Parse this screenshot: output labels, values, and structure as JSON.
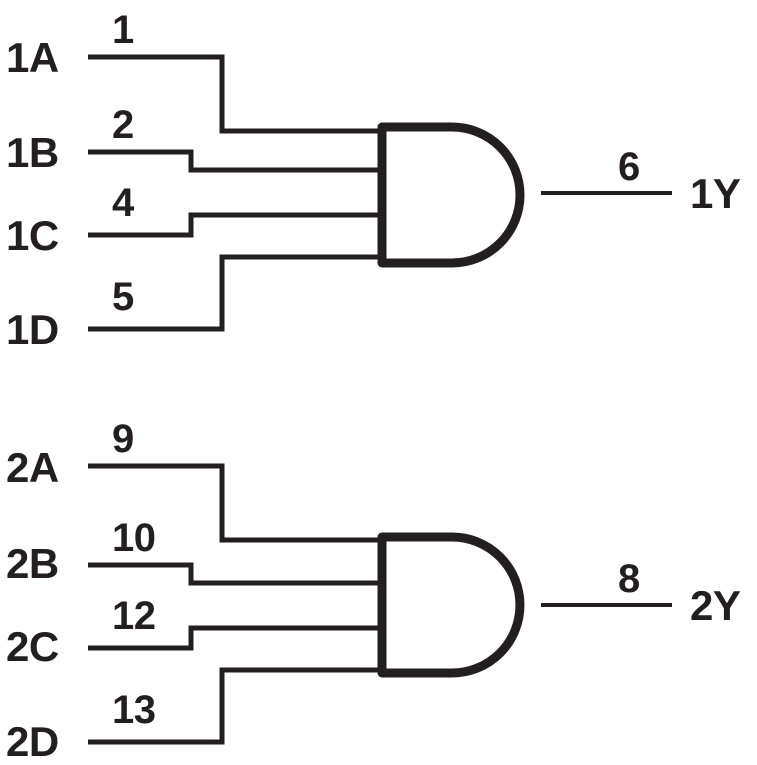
{
  "diagram": {
    "type": "logic-diagram",
    "description": "Dual 4-input AND gate logic diagram",
    "line_color": "#231f20",
    "background_color": "#ffffff",
    "gates": [
      {
        "id": "gate-1",
        "symbol": "AND",
        "inputs": [
          {
            "name": "1A",
            "pin": "1"
          },
          {
            "name": "1B",
            "pin": "2"
          },
          {
            "name": "1C",
            "pin": "4"
          },
          {
            "name": "1D",
            "pin": "5"
          }
        ],
        "output": {
          "name": "1Y",
          "pin": "6"
        }
      },
      {
        "id": "gate-2",
        "symbol": "AND",
        "inputs": [
          {
            "name": "2A",
            "pin": "9"
          },
          {
            "name": "2B",
            "pin": "10"
          },
          {
            "name": "2C",
            "pin": "12"
          },
          {
            "name": "2D",
            "pin": "13"
          }
        ],
        "output": {
          "name": "2Y",
          "pin": "8"
        }
      }
    ]
  }
}
